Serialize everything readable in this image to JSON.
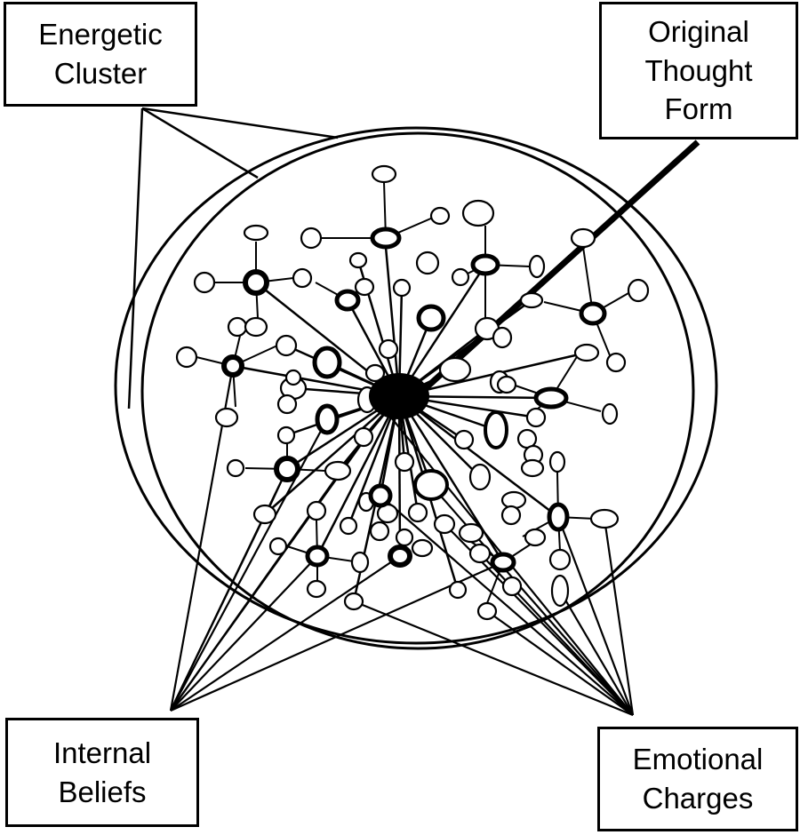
{
  "labels": {
    "energetic_cluster": {
      "line1": "Energetic",
      "line2": "Cluster"
    },
    "original_thought_form": {
      "line1": "Original",
      "line2": "Thought",
      "line3": "Form"
    },
    "internal_beliefs": {
      "line1": "Internal",
      "line2": "Beliefs"
    },
    "emotional_charges": {
      "line1": "Emotional",
      "line2": "Charges"
    }
  },
  "colors": {
    "ink": "#000000",
    "paper": "#ffffff"
  }
}
